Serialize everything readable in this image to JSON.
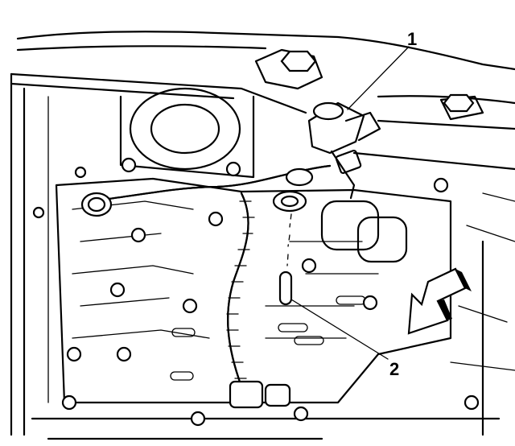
{
  "figure": {
    "callouts": [
      {
        "id": "1",
        "label": "1"
      },
      {
        "id": "2",
        "label": "2"
      }
    ],
    "icons": [
      "direction-arrow-icon"
    ],
    "colors": {
      "line": "#000000",
      "background": "#ffffff"
    }
  }
}
